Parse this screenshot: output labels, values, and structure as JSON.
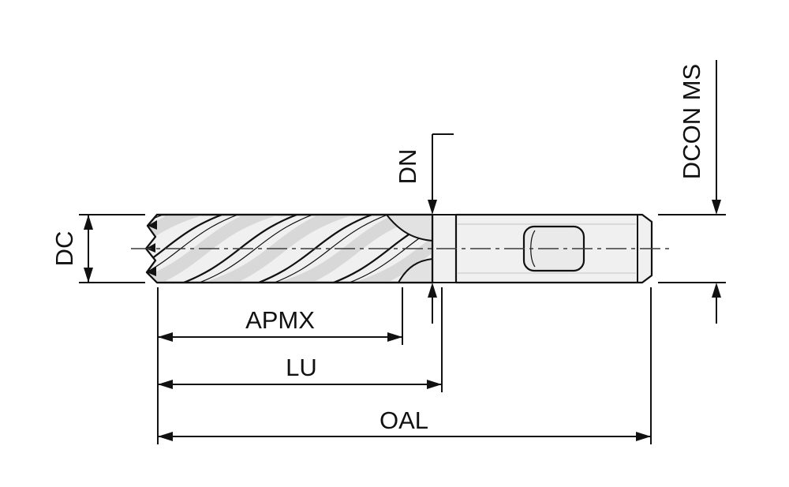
{
  "drawing": {
    "labels": {
      "dc": "DC",
      "dn": "DN",
      "dcon_ms": "DCON MS",
      "apmx": "APMX",
      "lu": "LU",
      "oal": "OAL"
    },
    "colors": {
      "line": "#111111",
      "body_fill": "#f0f0f0",
      "shade_fill": "#d8d8d8",
      "background": "#ffffff"
    }
  }
}
